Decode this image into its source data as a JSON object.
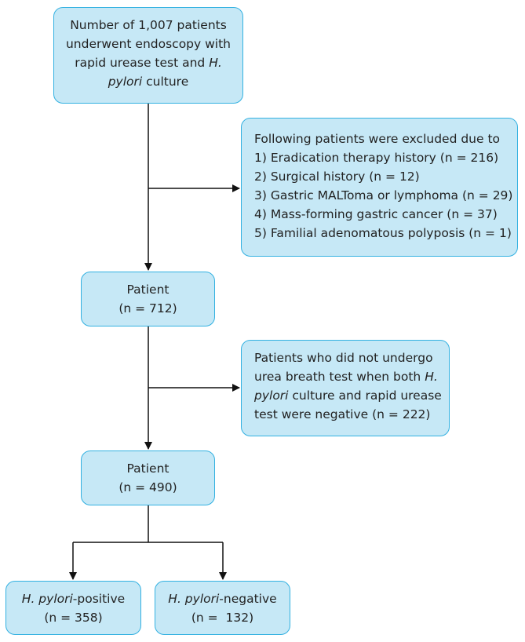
{
  "flow": {
    "start": {
      "line1": "Number of 1,007 patients",
      "line2": "underwent endoscopy with",
      "line3_a": "rapid urease test and ",
      "line3_b": "H.",
      "line4_a": "pylori",
      "line4_b": " culture"
    },
    "exclusion1": {
      "heading": "Following patients were excluded due to",
      "items": [
        "1) Eradication therapy history (n = 216)",
        "2) Surgical history (n = 12)",
        "3) Gastric MALToma or lymphoma (n = 29)",
        "4) Mass-forming gastric cancer (n = 37)",
        "5) Familial adenomatous polyposis (n = 1)"
      ]
    },
    "patient1": {
      "label": "Patient",
      "count": "(n = 712)"
    },
    "exclusion2": {
      "line1": "Patients who did not undergo",
      "line2_a": "urea breath test when both ",
      "line2_b": "H.",
      "line3_a": "pylori",
      "line3_b": " culture and rapid urease",
      "line4": "test were negative (n = 222)"
    },
    "patient2": {
      "label": "Patient",
      "count": "(n = 490)"
    },
    "positive": {
      "label_italic": "H. pylori",
      "label_rest": "-positive",
      "count": "(n = 358)"
    },
    "negative": {
      "label_italic": "H. pylori",
      "label_rest": "-negative",
      "count": "(n =  132)"
    }
  },
  "colors": {
    "box_fill": "#c6e8f6",
    "box_border": "#33b1e1",
    "arrow": "#111111"
  }
}
